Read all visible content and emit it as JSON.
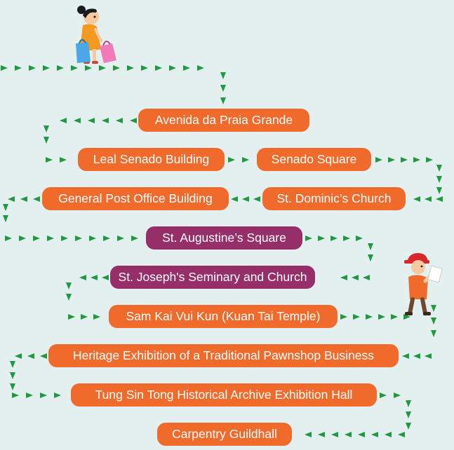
{
  "colors": {
    "background": "#e3f0ef",
    "route_arrow": "#1f9a3f",
    "stop_orange": "#f06a2c",
    "stop_purple": "#962e6a"
  },
  "icons": {
    "start": "shopper-woman-icon",
    "end": "tourist-man-icon"
  },
  "stops": [
    {
      "label": "Avenida da Praia Grande",
      "color": "orange"
    },
    {
      "label": "Leal Senado Building",
      "color": "orange"
    },
    {
      "label": "Senado Square",
      "color": "orange"
    },
    {
      "label": "St. Dominic’s Church",
      "color": "orange"
    },
    {
      "label": "General Post Office Building",
      "color": "orange"
    },
    {
      "label": "St. Augustine’s Square",
      "color": "purple"
    },
    {
      "label": "St. Joseph's Seminary and Church",
      "color": "purple"
    },
    {
      "label": "Sam Kai Vui Kun (Kuan Tai Temple)",
      "color": "orange"
    },
    {
      "label": "Heritage Exhibition of a Traditional Pawnshop Business",
      "color": "orange"
    },
    {
      "label": "Tung Sin Tong Historical Archive Exhibition Hall",
      "color": "orange"
    },
    {
      "label": "Carpentry Guildhall",
      "color": "orange"
    }
  ]
}
